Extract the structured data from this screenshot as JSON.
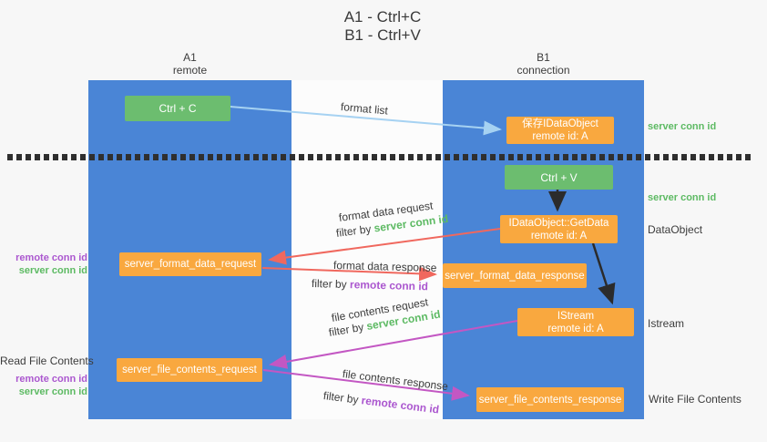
{
  "title": {
    "line1": "A1 - Ctrl+C",
    "line2": "B1 - Ctrl+V"
  },
  "columns": {
    "a": {
      "name": "A1",
      "subtitle": "remote"
    },
    "b": {
      "name": "B1",
      "subtitle": "connection"
    }
  },
  "nodes": {
    "ctrl_c": "Ctrl + C",
    "save_idataobject": {
      "line1": "保存IDataObject",
      "line2": "remote id: A"
    },
    "ctrl_v": "Ctrl + V",
    "getdata": {
      "line1": "IDataObject::GetData",
      "line2": "remote id: A"
    },
    "format_request": "server_format_data_request",
    "format_response": "server_format_data_response",
    "istream": {
      "line1": "IStream",
      "line2": "remote id: A"
    },
    "file_request": "server_file_contents_request",
    "file_response": "server_file_contents_response"
  },
  "flow": {
    "format_list": "format list",
    "filter_by": "filter by ",
    "format_data_request": "format data request",
    "format_data_request_filter": "server conn id",
    "format_data_response": "format data response",
    "format_data_response_filter": "remote conn id",
    "file_contents_request": "file contents request",
    "file_contents_request_filter": "server conn id",
    "file_contents_response": "file contents response",
    "file_contents_response_filter": "remote conn id"
  },
  "left_labels": {
    "format_remote": "remote conn id",
    "format_server": "server conn id",
    "read_file_contents": "Read File Contents",
    "file_remote": "remote conn id",
    "file_server": "server conn id"
  },
  "right_labels": {
    "save_server": "server conn id",
    "paste_server": "server conn id",
    "dataobject": "DataObject",
    "istream": "Istream",
    "write_file_contents": "Write File Contents"
  },
  "colors": {
    "column_blue": "#4a85d6",
    "node_green": "#6cbd6f",
    "node_orange": "#f9a83f",
    "arrow_blue": "#a6d2f2",
    "arrow_red": "#f0685e",
    "arrow_magenta": "#c357c3",
    "arrow_black": "#2b2b2b",
    "label_green": "#5dba63",
    "label_purple": "#ab57cf"
  }
}
